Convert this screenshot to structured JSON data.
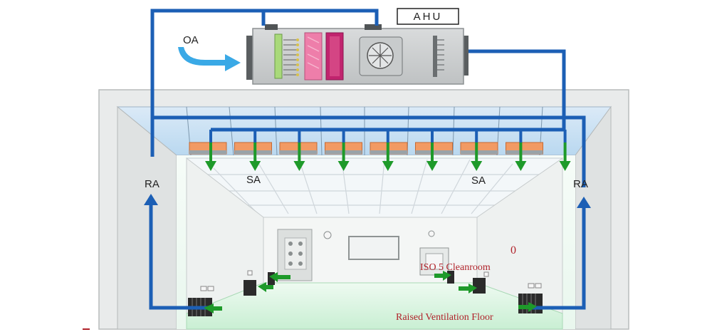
{
  "labels": {
    "ahu": "AHU",
    "oa": "OA",
    "sa_left": "SA",
    "sa_right": "SA",
    "ra_left": "RA",
    "ra_right": "RA",
    "stray_mark": "0",
    "cleanroom": "ISO 5 Cleanroom",
    "floor": "Raised Ventilation Floor"
  },
  "colors": {
    "duct_blue": "#1c5fb5",
    "oa_arrow": "#3aa9e6",
    "flow_green": "#1e9a2a",
    "hepa_orange": "#f29a63",
    "room_wall": "#e8eaea",
    "floor_green": "#d9f3df",
    "ceiling_blue": "#cfe4f5",
    "annotation_red": "#b0222a"
  },
  "diagram": {
    "hepa_filter_count": 8
  }
}
